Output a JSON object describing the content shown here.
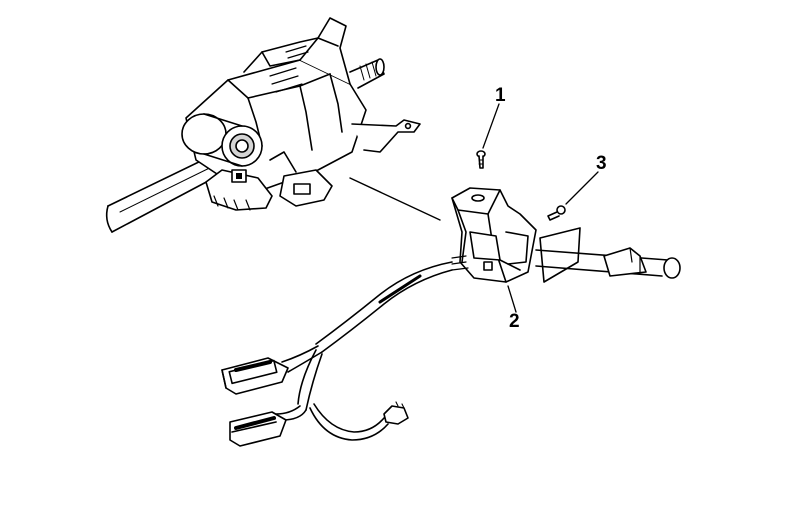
{
  "callouts": {
    "c1": "1",
    "c2": "2",
    "c3": "3"
  },
  "colors": {
    "ink": "#000000",
    "paper": "#ffffff",
    "shade": "#b9b9b9"
  }
}
